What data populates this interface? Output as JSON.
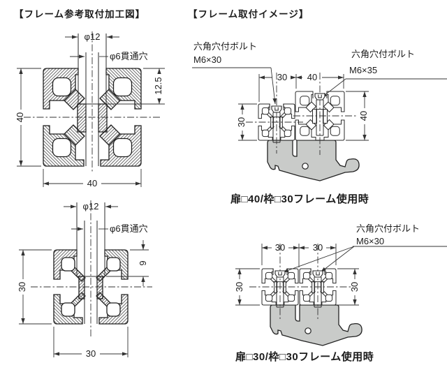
{
  "titles": {
    "left": "【フレーム参考取付加工図】",
    "right": "【フレーム取付イメージ】"
  },
  "drawing_40": {
    "phi12": "φ12",
    "through_hole": "φ6貫通穴",
    "counterbore_depth": "12.5",
    "height": "40",
    "width": "40"
  },
  "drawing_30": {
    "phi12": "φ12",
    "through_hole": "φ6貫通穴",
    "counterbore_depth": "9",
    "height": "30",
    "width": "30"
  },
  "assembly_top": {
    "bolt_left_type": "六角穴付ボルト",
    "bolt_left_size": "M6×30",
    "bolt_right_type": "六角穴付ボルト",
    "bolt_right_size": "M6×35",
    "width_left": "30",
    "width_right": "40",
    "height_left": "30",
    "height_right": "40",
    "caption": "扉□40/枠□30フレーム使用時"
  },
  "assembly_bottom": {
    "bolt_type": "六角穴付ボルト",
    "bolt_size": "M6×30",
    "width_left": "30",
    "width_right": "30",
    "height_left": "30",
    "height_right": "30",
    "caption": "扉□30/枠□30フレーム使用時"
  },
  "colors": {
    "line": "#2a2a2a",
    "bracket_fill": "#c9cbc9",
    "background": "#ffffff"
  }
}
